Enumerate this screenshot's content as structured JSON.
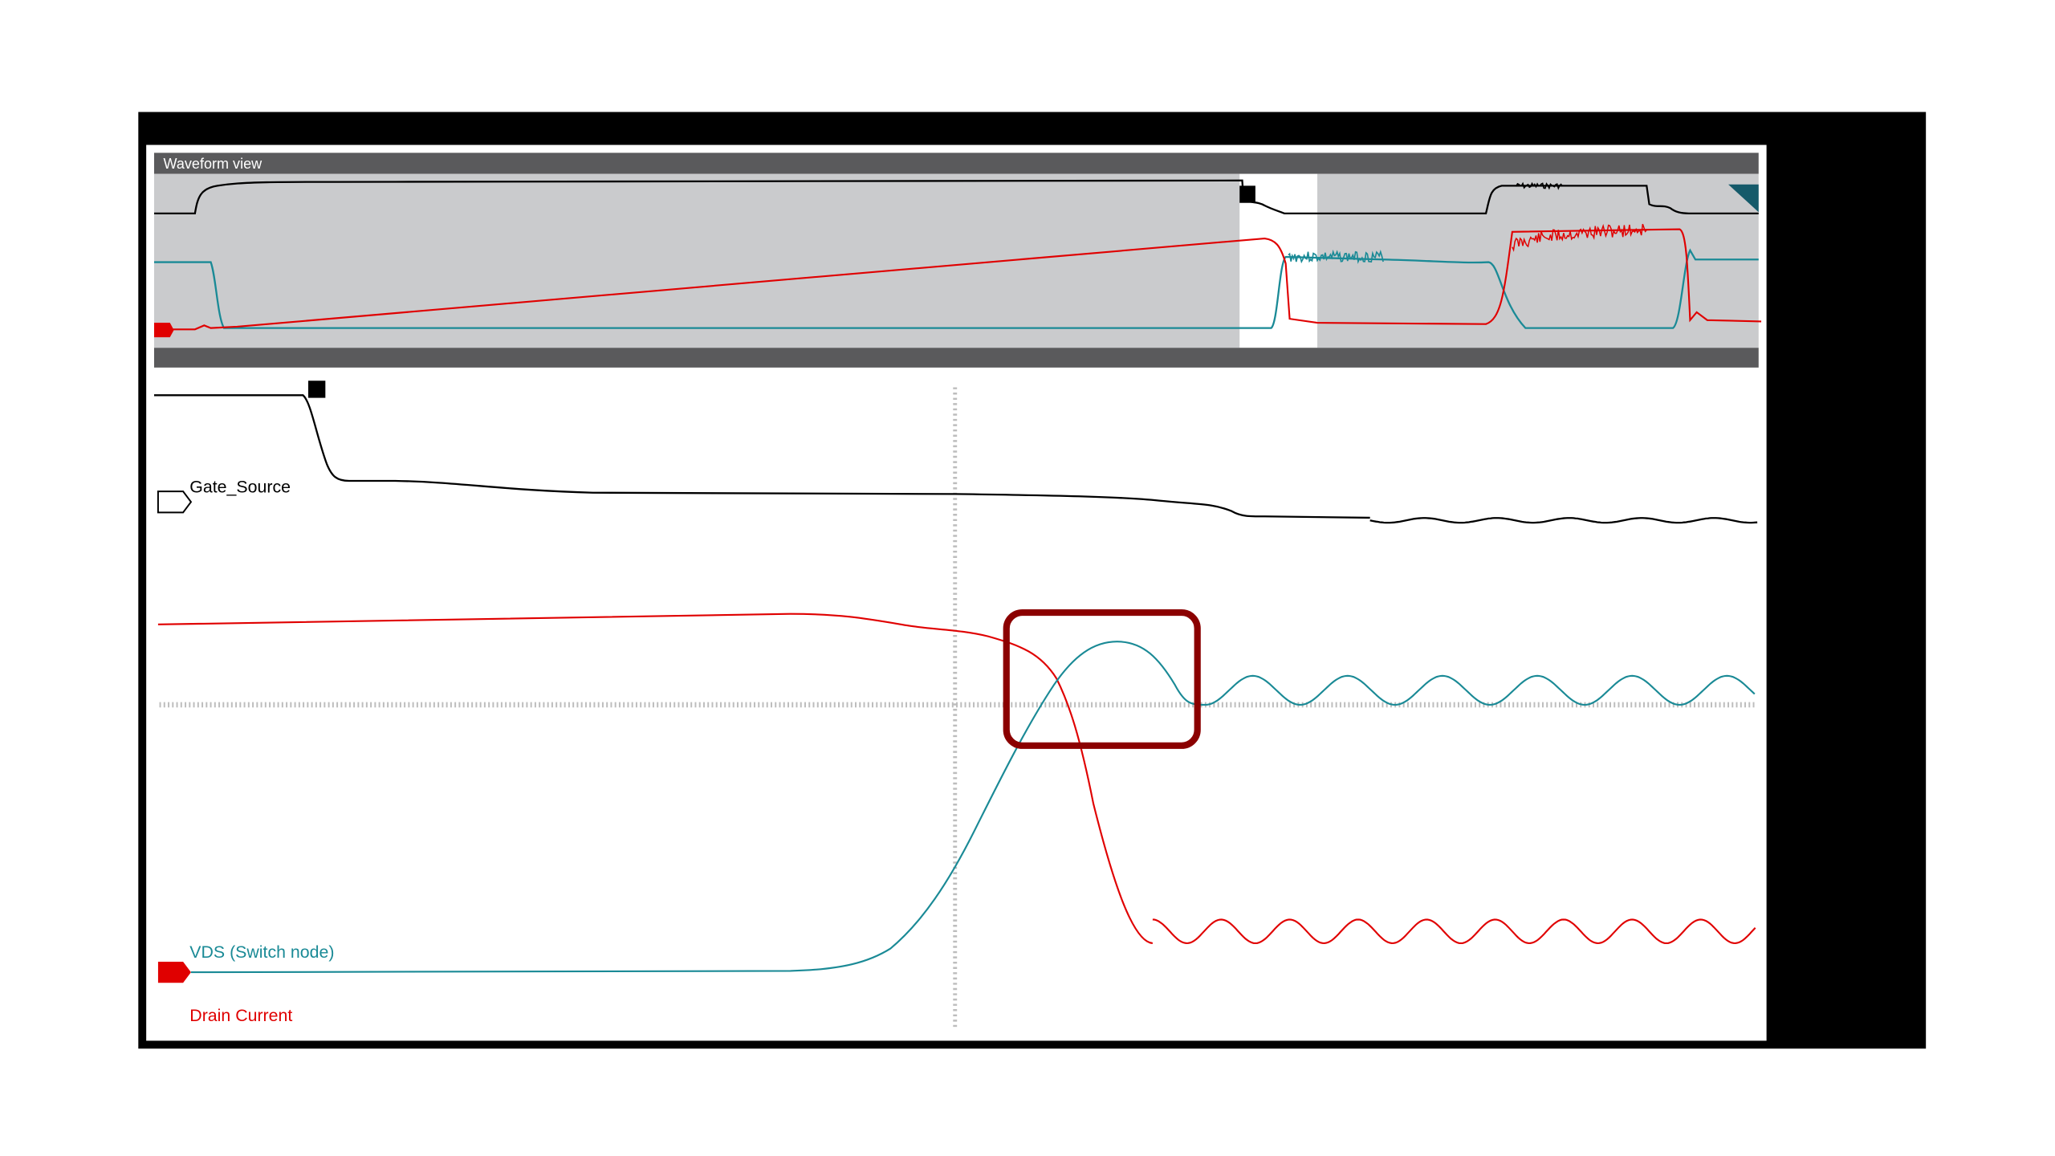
{
  "overview": {
    "title": "Waveform view"
  },
  "main": {
    "channels": [
      {
        "label": "Gate_Source",
        "color": "#000000"
      },
      {
        "label": "VDS (Switch node)",
        "color": "#1a8a96"
      },
      {
        "label": "Drain Current",
        "color": "#e00000"
      }
    ]
  },
  "colors": {
    "frame": "#000000",
    "header": "#5a5a5c",
    "overview_bg": "#cacbcd",
    "highlight_box": "#8b0000",
    "teal_marker": "#155a6a"
  }
}
